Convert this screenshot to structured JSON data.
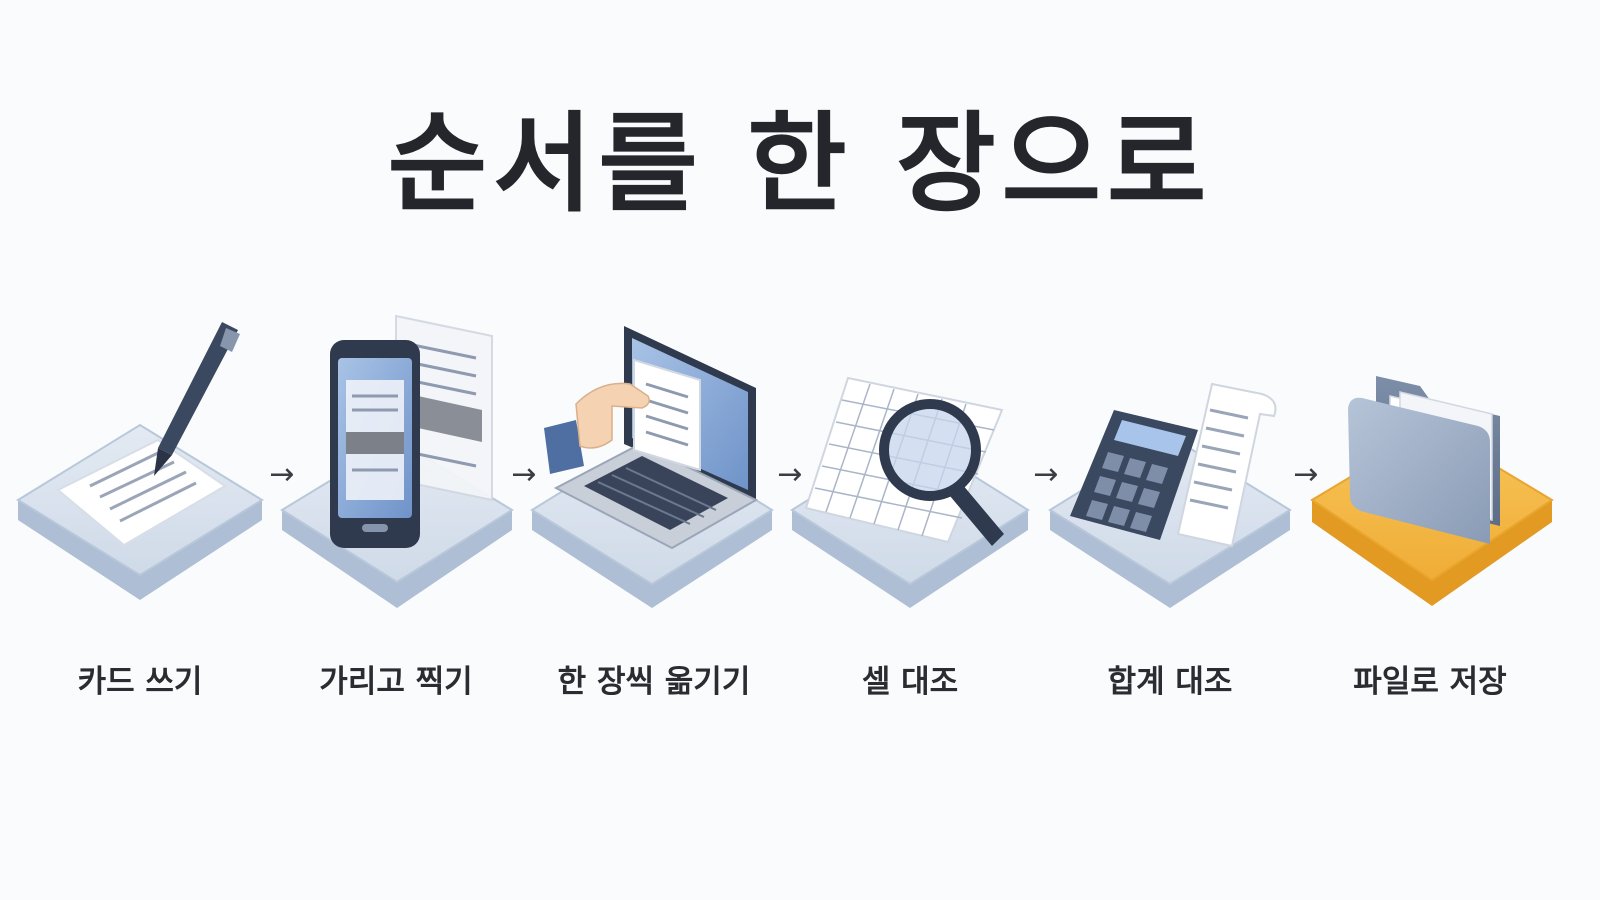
{
  "title": "순서를 한 장으로",
  "steps": [
    {
      "label": "카드 쓰기",
      "icon": "pen-on-card-icon"
    },
    {
      "label": "가리고 찍기",
      "icon": "phone-photo-icon"
    },
    {
      "label": "한 장씩 옮기기",
      "icon": "laptop-transfer-icon"
    },
    {
      "label": "셀 대조",
      "icon": "magnifier-grid-icon"
    },
    {
      "label": "합계 대조",
      "icon": "calculator-receipt-icon"
    },
    {
      "label": "파일로 저장",
      "icon": "folder-icon"
    }
  ],
  "arrow_glyph": "→",
  "colors": {
    "platform": "#c9d5e6",
    "platform_final": "#f2b33d",
    "accent_blue": "#5b7fb6",
    "ink": "#24262c"
  }
}
